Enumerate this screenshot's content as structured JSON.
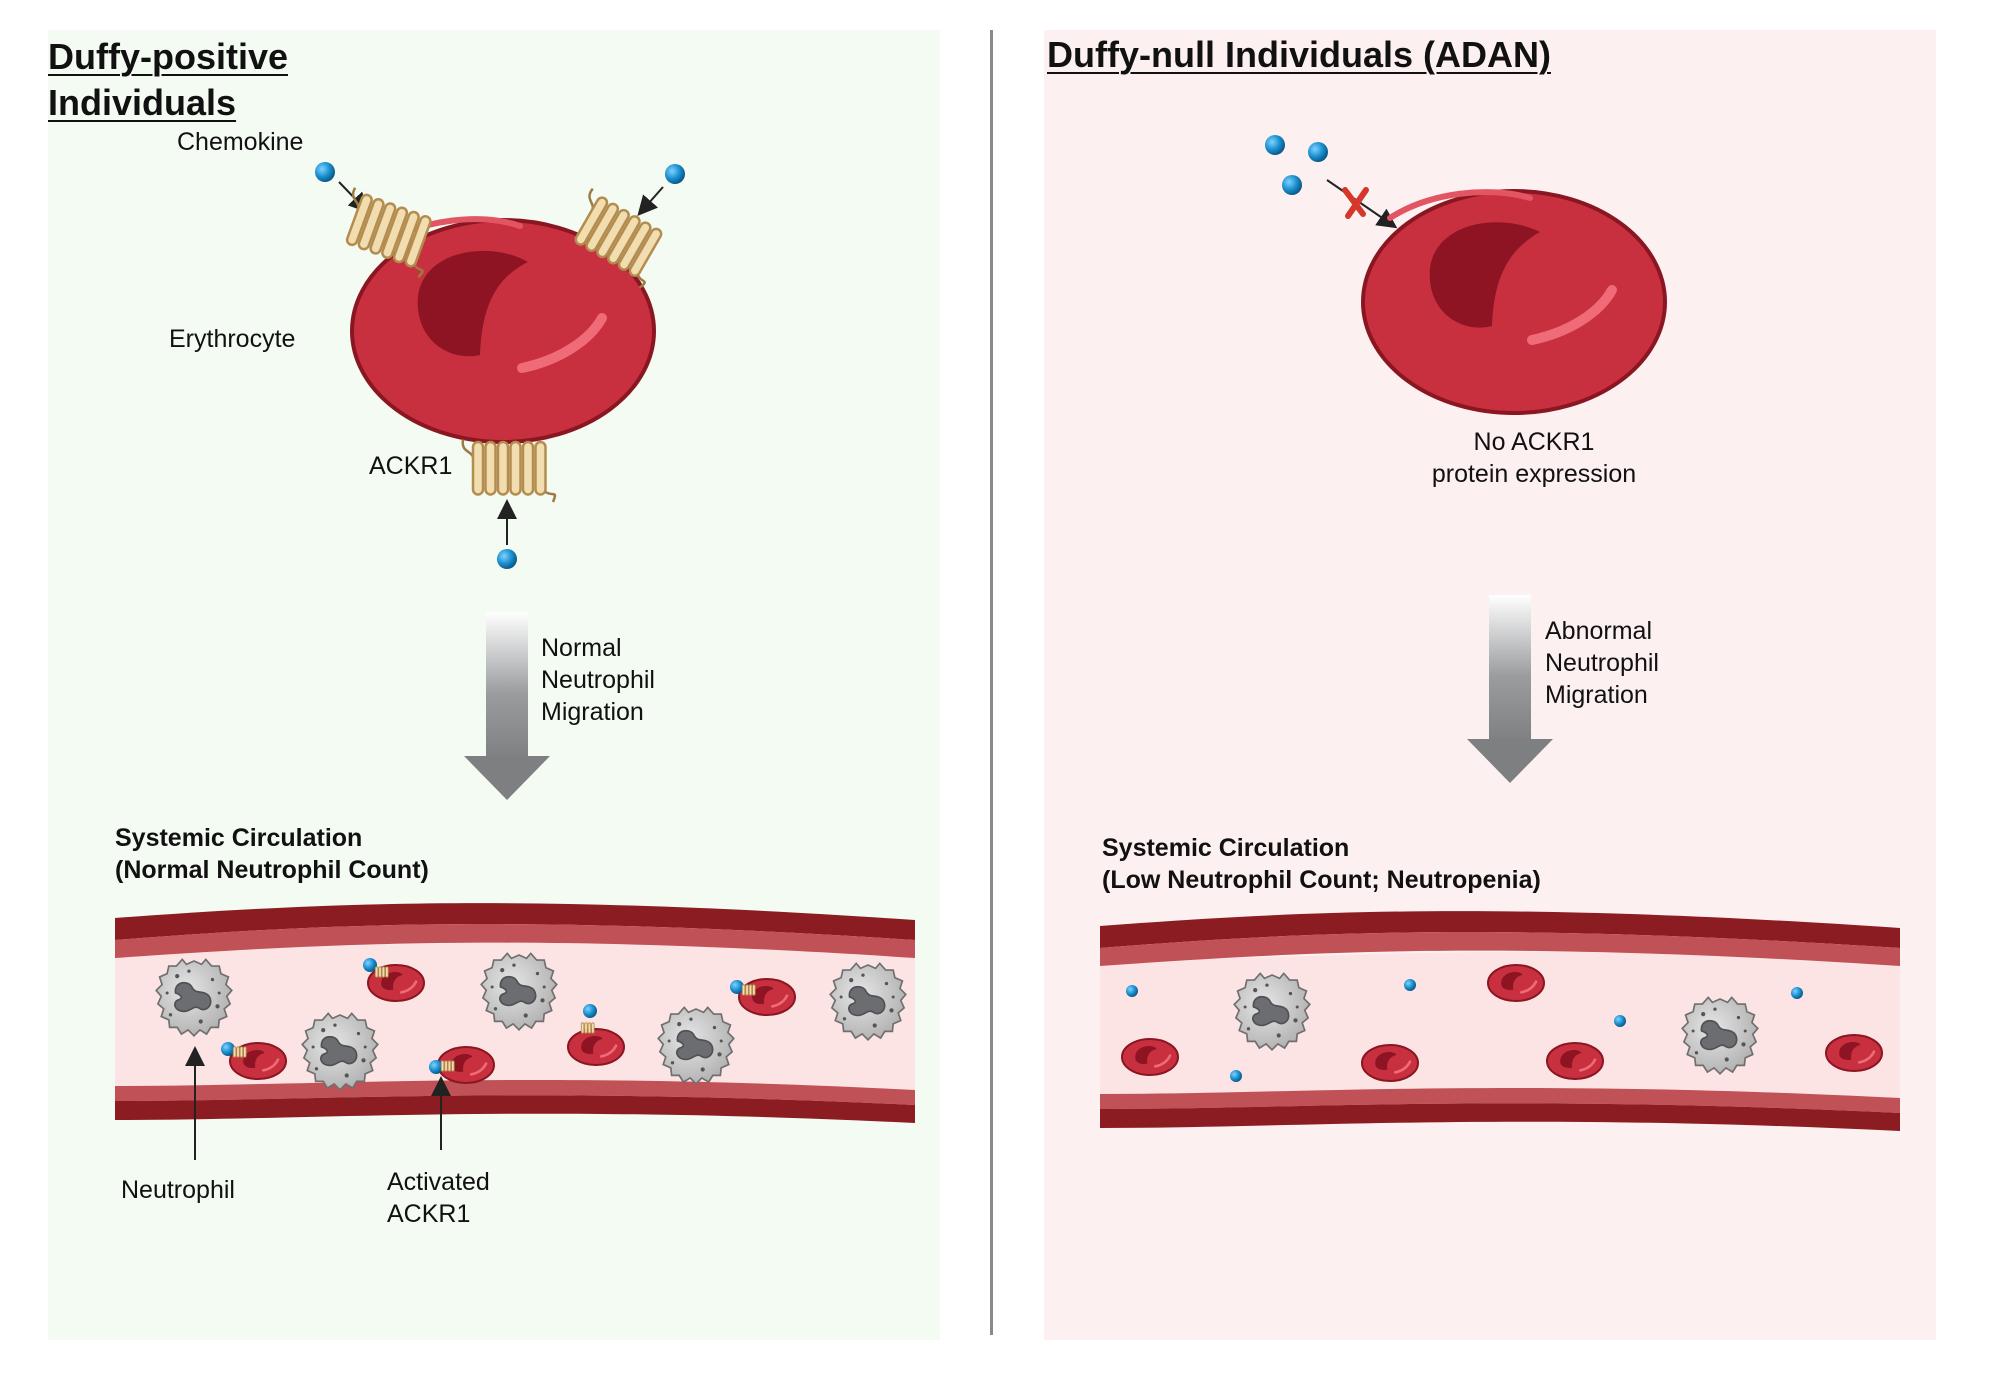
{
  "left": {
    "title_line1": "Duffy-positive ",
    "title_line2": "Individuals",
    "chemokine_label": "Chemokine",
    "erythrocyte_label": "Erythrocyte",
    "ackr1_label": "ACKR1",
    "migration_lines": [
      "Normal",
      "Neutrophil",
      "Migration"
    ],
    "circulation_title": "Systemic Circulation",
    "circulation_subtitle": "(Normal Neutrophil Count)",
    "neutrophil_label": "Neutrophil",
    "activated_lines": [
      "Activated",
      "ACKR1"
    ]
  },
  "right": {
    "title": "Duffy-null Individuals (ADAN)",
    "no_expression_lines": [
      "No ACKR1",
      "protein expression"
    ],
    "migration_lines": [
      "Abnormal",
      "Neutrophil",
      "Migration"
    ],
    "circulation_title": "Systemic Circulation",
    "circulation_subtitle": "(Low Neutrophil Count; Neutropenia)"
  },
  "colors": {
    "left_panel_bg": "#f3fbf2",
    "right_panel_bg": "#fdf0f0",
    "erythrocyte": "#c8303f",
    "vessel_wall": "#8a1c22",
    "chemokine": "#1a8fcf",
    "receptor": "#ecd3a2",
    "block_x": "#d3382b"
  }
}
